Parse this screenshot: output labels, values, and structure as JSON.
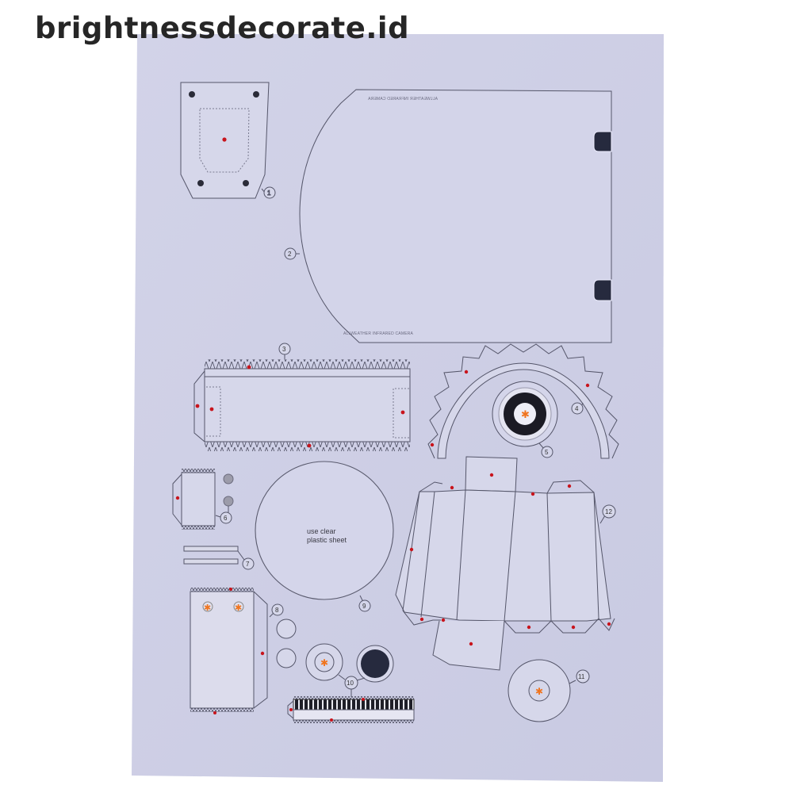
{
  "watermark": {
    "text": "brightnessdecorate.id"
  },
  "sheet": {
    "background_color": "#cfd0e6",
    "line_color": "#55566a",
    "glue_dot_color": "#c8141c",
    "dark_fill_color": "#262a3e",
    "orange_mark_color": "#f0741e",
    "texts": {
      "top_print_mirrored": "ALLWEATHER INFRARED CAMERA",
      "bottom_print": "ALLWEATHER INFRARED CAMERA",
      "piece9_note_line1": "use clear",
      "piece9_note_line2": "plastic sheet"
    },
    "pieces": [
      {
        "number": "1",
        "label": "1"
      },
      {
        "number": "2",
        "label": "2"
      },
      {
        "number": "3",
        "label": "3"
      },
      {
        "number": "4",
        "label": "4"
      },
      {
        "number": "5",
        "label": "5"
      },
      {
        "number": "6",
        "label": "6"
      },
      {
        "number": "7",
        "label": "7"
      },
      {
        "number": "8",
        "label": "8"
      },
      {
        "number": "9",
        "label": "9"
      },
      {
        "number": "10",
        "label": "10"
      },
      {
        "number": "11",
        "label": "11"
      },
      {
        "number": "12",
        "label": "12"
      }
    ]
  }
}
